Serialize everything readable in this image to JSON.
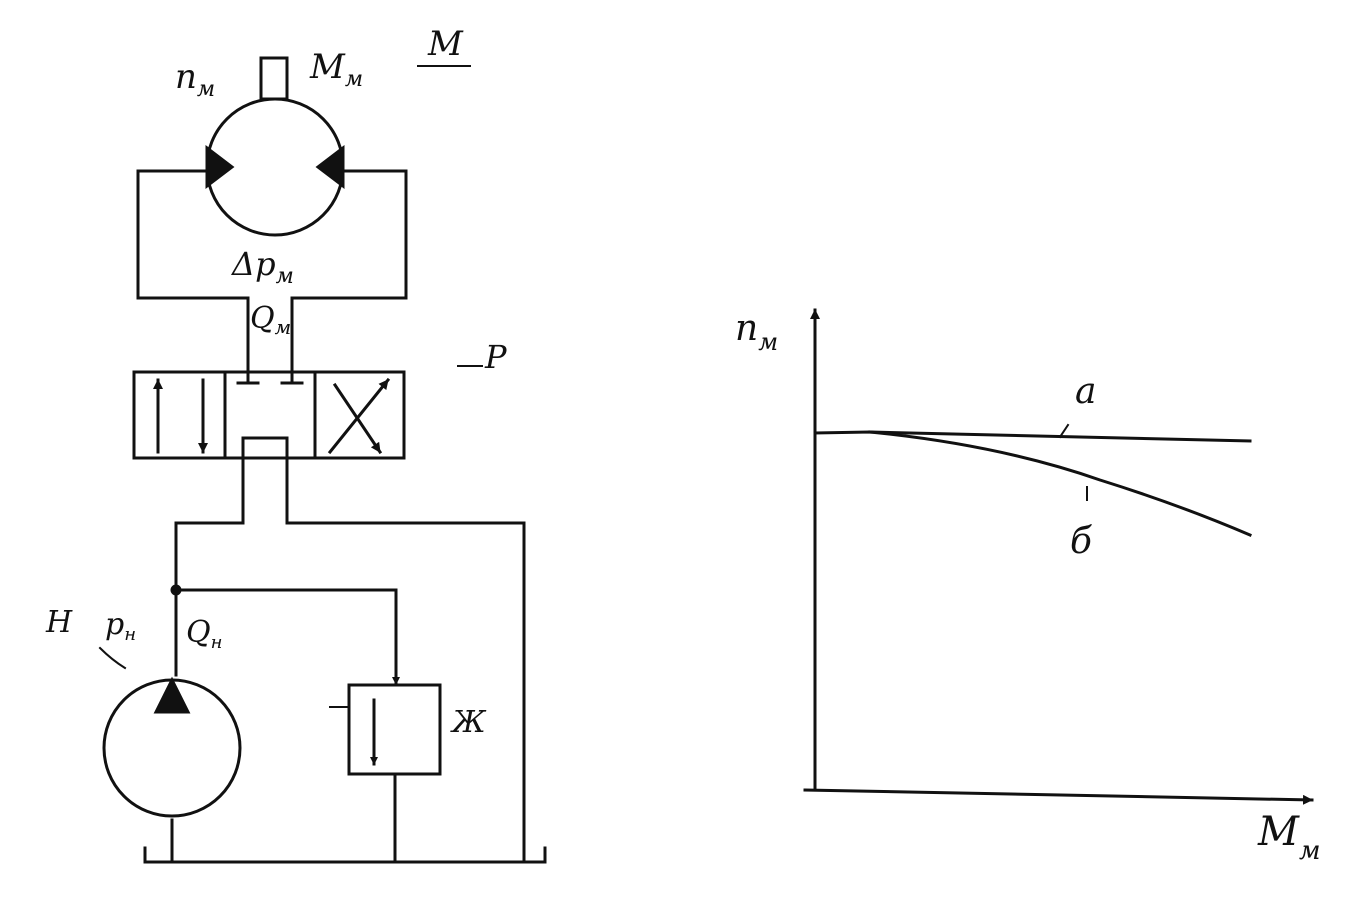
{
  "colors": {
    "ink": "#111111",
    "paper": "#ffffff"
  },
  "labels": {
    "motor_letter": "М",
    "motor_speed": "n",
    "motor_speed_sub": "м",
    "motor_torque": "M",
    "motor_torque_sub": "м",
    "motor_pressure": "Δp",
    "motor_pressure_sub": "м",
    "motor_flow": "Q",
    "motor_flow_sub": "м",
    "valve_letter": "Р",
    "pump_letter": "Н",
    "pump_pressure": "p",
    "pump_pressure_sub": "н",
    "pump_flow": "Q",
    "pump_flow_sub": "н",
    "relief_letter": "Ж"
  },
  "graph": {
    "y_label": "n",
    "y_label_sub": "м",
    "x_label": "M",
    "x_label_sub": "м",
    "curve_a_label": "а",
    "curve_b_label": "б"
  }
}
